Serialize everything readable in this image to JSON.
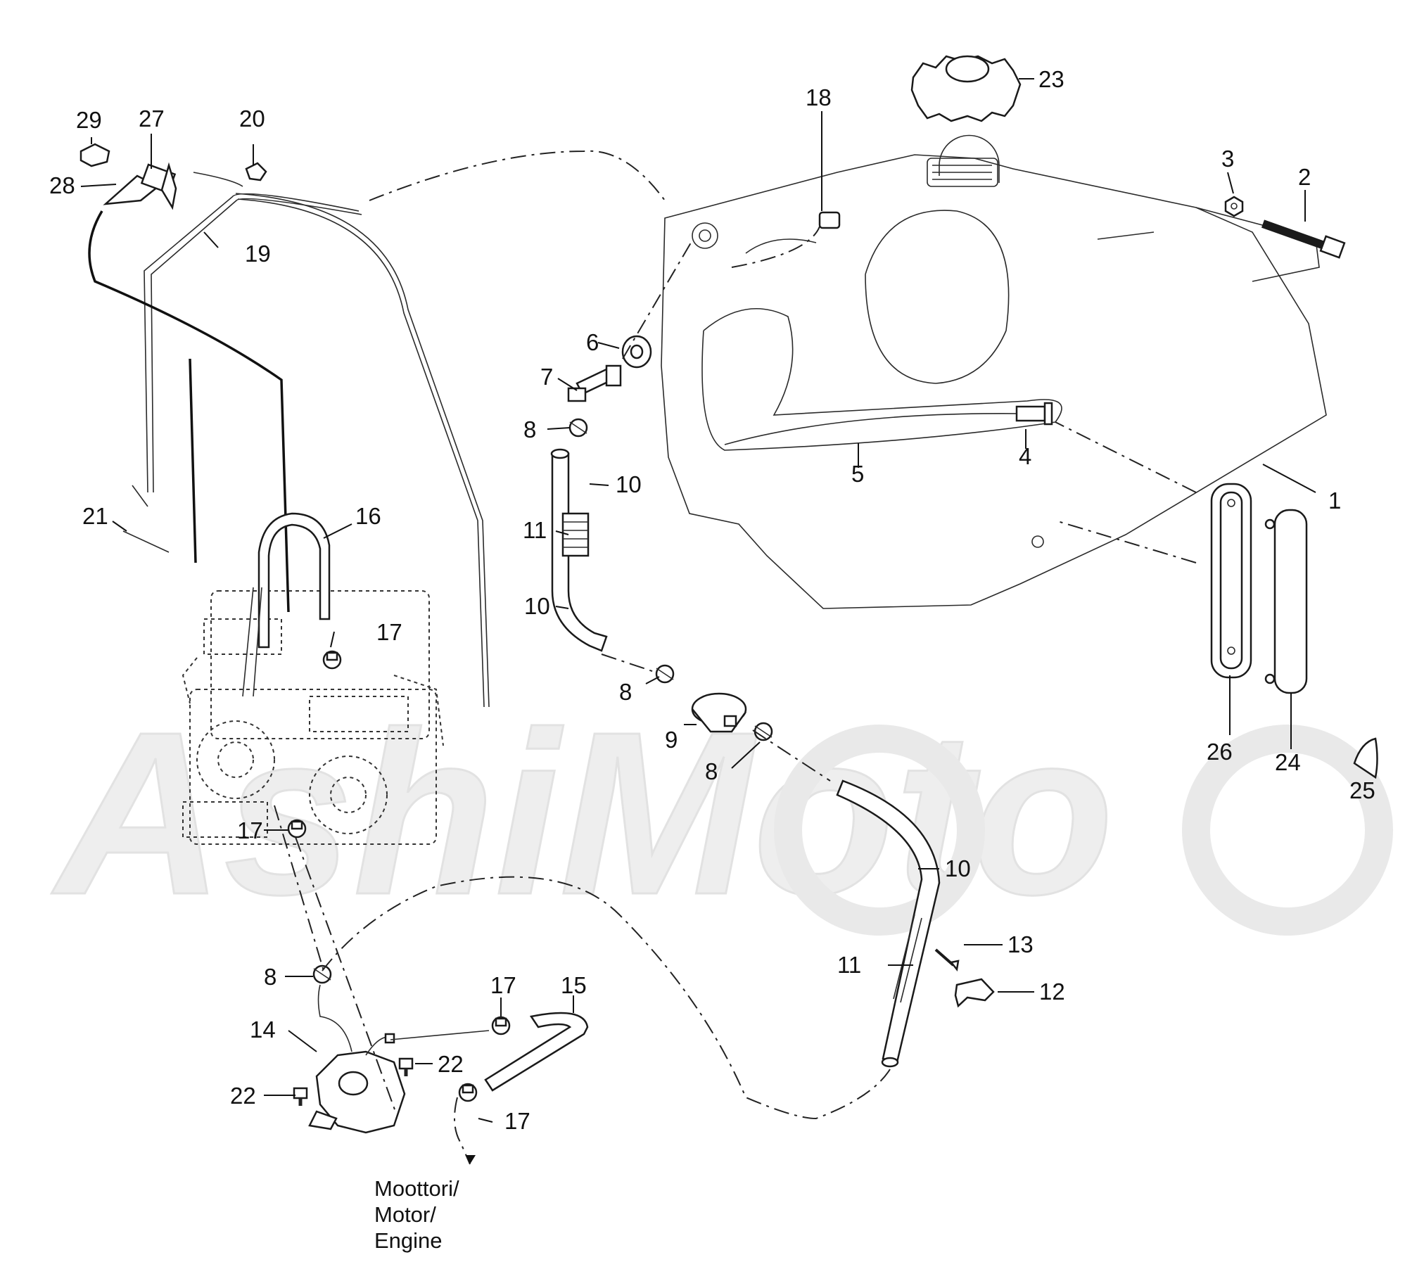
{
  "watermark": "AshiMoto",
  "callouts": {
    "c1": "1",
    "c2": "2",
    "c3": "3",
    "c4": "4",
    "c5": "5",
    "c6": "6",
    "c7": "7",
    "c8a": "8",
    "c8b": "8",
    "c8c": "8",
    "c8d": "8",
    "c9": "9",
    "c10a": "10",
    "c10b": "10",
    "c10c": "10",
    "c11a": "11",
    "c11b": "11",
    "c12": "12",
    "c13": "13",
    "c14": "14",
    "c15": "15",
    "c16": "16",
    "c17a": "17",
    "c17b": "17",
    "c17c": "17",
    "c17d": "17",
    "c18": "18",
    "c19": "19",
    "c20": "20",
    "c21": "21",
    "c22a": "22",
    "c22b": "22",
    "c23": "23",
    "c24": "24",
    "c25": "25",
    "c26": "26",
    "c27": "27",
    "c28": "28",
    "c29": "29"
  },
  "engine_note": [
    "Moottori/",
    "Motor/",
    "Engine"
  ]
}
